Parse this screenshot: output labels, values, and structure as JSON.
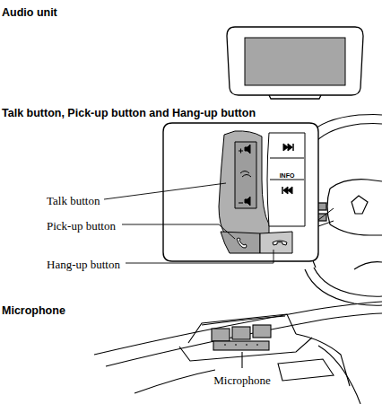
{
  "diagram": {
    "labels": [
      "Audio unit",
      "Talk button, Pick-up button and Hang-up button",
      "Talk button",
      "INFO",
      "Pick-up button",
      "Hang-up button",
      "Microphone",
      "Microphone"
    ]
  }
}
